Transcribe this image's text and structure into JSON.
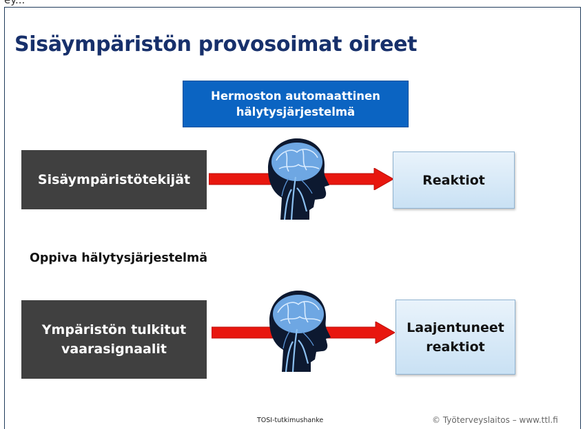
{
  "header": {
    "caption": "ey..."
  },
  "slide": {
    "title": "Sisäympäristön provosoimat oireet",
    "top_box": {
      "line1": "Hermoston automaattinen",
      "line2": "hälytysjärjestelmä"
    },
    "row1": {
      "source": "Sisäympäristötekijät",
      "reaction": "Reaktiot"
    },
    "section_heading": "Oppiva hälytysjärjestelmä",
    "row2": {
      "source_line1": "Ympäristön tulkitut",
      "source_line2": "vaarasignaalit",
      "reaction_line1": "Laajentuneet",
      "reaction_line2": "reaktiot"
    },
    "footer": {
      "center": "TOSI-tutkimushanke",
      "right": "© Työterveyslaitos  –  www.ttl.fi"
    }
  },
  "colors": {
    "title": "#17306b",
    "blue_box": "#0b64c2",
    "dark_box": "#404040",
    "arrow": "#e8170f",
    "head": "#0d1930",
    "brain": "#6ea7e3"
  },
  "icons": {
    "head": "brain-head-icon",
    "arrow": "right-arrow-icon"
  }
}
